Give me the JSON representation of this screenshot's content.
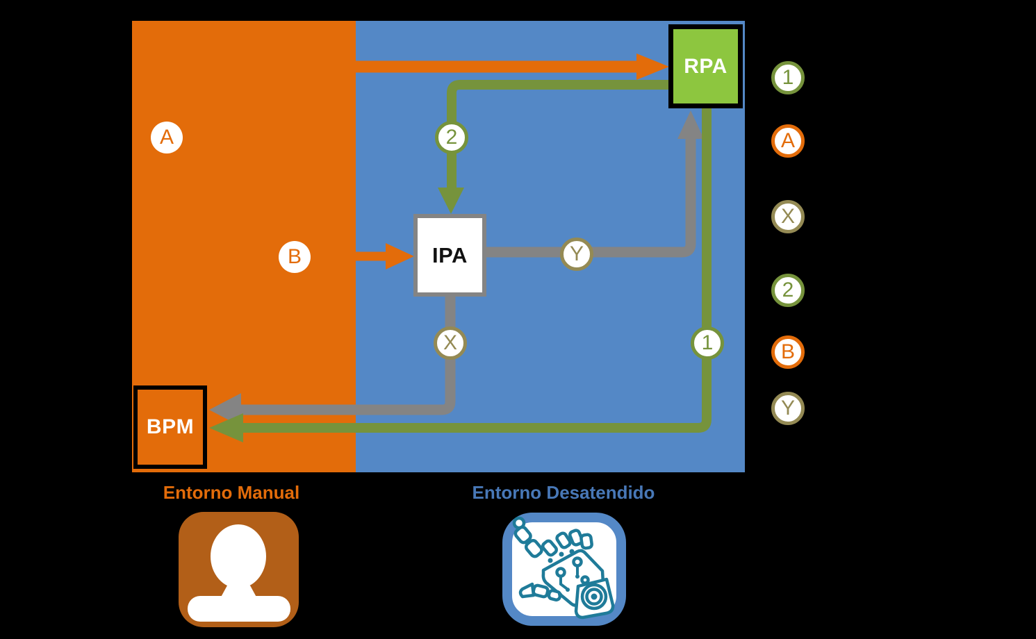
{
  "colors": {
    "black": "#000000",
    "orange": "#E36C0A",
    "orange-dark": "#B25F18",
    "blue": "#5488C6",
    "blue-text": "#4878B7",
    "green": "#8DC63F",
    "olive": "#76933C",
    "gray": "#848484",
    "tan": "#948A54",
    "teal": "#1F7B99"
  },
  "regions": {
    "manual": {
      "caption": "Entorno Manual"
    },
    "desatendido": {
      "caption": "Entorno Desatendido"
    }
  },
  "nodes": {
    "rpa": {
      "label": "RPA"
    },
    "ipa": {
      "label": "IPA"
    },
    "bpm": {
      "label": "BPM"
    }
  },
  "flow_markers": {
    "a": {
      "label": "A"
    },
    "b": {
      "label": "B"
    },
    "one": {
      "label": "1"
    },
    "two": {
      "label": "2"
    },
    "x": {
      "label": "X"
    },
    "y": {
      "label": "Y"
    }
  },
  "legend": {
    "items": [
      {
        "label": "1",
        "color": "olive"
      },
      {
        "label": "A",
        "color": "orange"
      },
      {
        "label": "X",
        "color": "tan"
      },
      {
        "label": "2",
        "color": "olive"
      },
      {
        "label": "B",
        "color": "orange"
      },
      {
        "label": "Y",
        "color": "tan"
      }
    ]
  },
  "icons": {
    "person": "person-icon",
    "robot": "robot-hand-icon"
  }
}
